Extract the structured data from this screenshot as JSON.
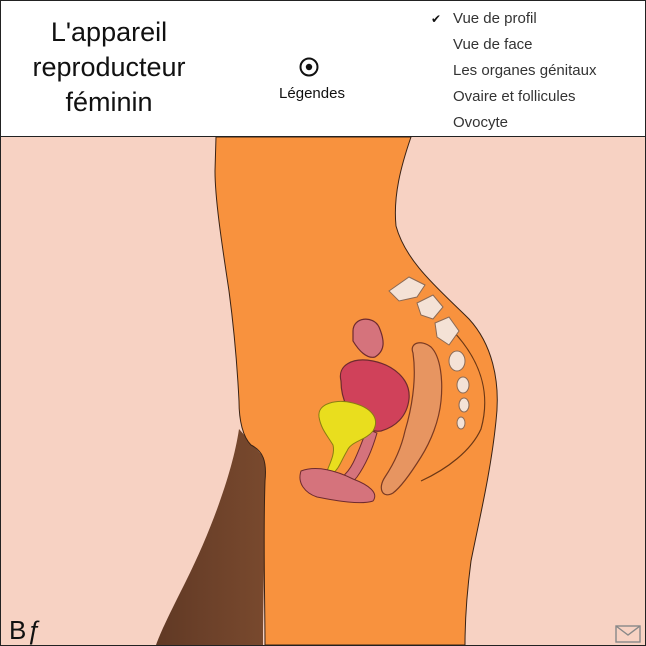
{
  "header": {
    "title_lines": [
      "L'appareil",
      "reproducteur",
      "féminin"
    ]
  },
  "legend_toggle": {
    "label": "Légendes"
  },
  "menu": {
    "selected_index": 0,
    "items": [
      {
        "label": "Vue de profil"
      },
      {
        "label": "Vue de face"
      },
      {
        "label": "Les organes génitaux"
      },
      {
        "label": "Ovaire et follicules"
      },
      {
        "label": "Ovocyte"
      }
    ]
  },
  "brand": {
    "text": "Bƒ"
  },
  "colors": {
    "background": "#f7d2c3",
    "skin_dark": "#5f3a26",
    "skin_light": "#f48e3c",
    "uterus": "#d5737c",
    "bladder": "#e9de1e",
    "rectum": "#e79561",
    "bone": "#f4e2d6"
  },
  "icons": {
    "legend": "radio-target-icon",
    "check": "check-icon",
    "mail": "envelope-icon"
  }
}
